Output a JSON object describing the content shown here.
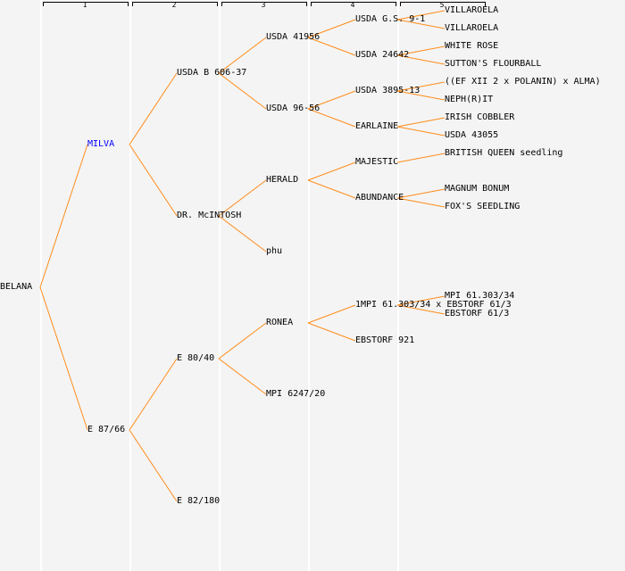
{
  "generations": [
    "1",
    "2",
    "3",
    "4",
    "5"
  ],
  "colors": {
    "line": "#ff8c1a",
    "highlight": "#0000ff",
    "text": "#000000"
  },
  "tree": {
    "name": "BELANA",
    "parents": [
      {
        "name": "MILVA",
        "highlight": true,
        "parents": [
          {
            "name": "USDA B 606-37",
            "parents": [
              {
                "name": "USDA 41956",
                "parents": [
                  {
                    "name": "USDA G.S. 9-1",
                    "parents": [
                      {
                        "name": "VILLAROELA"
                      },
                      {
                        "name": "VILLAROELA"
                      }
                    ]
                  },
                  {
                    "name": "USDA 24642",
                    "parents": [
                      {
                        "name": "WHITE ROSE"
                      },
                      {
                        "name": "SUTTON'S FLOURBALL"
                      }
                    ]
                  }
                ]
              },
              {
                "name": "USDA 96-56",
                "parents": [
                  {
                    "name": "USDA 3895-13",
                    "parents": [
                      {
                        "name": "((EF XII 2 x POLANIN) x ALMA)"
                      },
                      {
                        "name": "NEPH(R)IT"
                      }
                    ]
                  },
                  {
                    "name": "EARLAINE",
                    "parents": [
                      {
                        "name": "IRISH COBBLER"
                      },
                      {
                        "name": "USDA 43055"
                      }
                    ]
                  }
                ]
              }
            ]
          },
          {
            "name": "DR. McINTOSH",
            "parents": [
              {
                "name": "HERALD",
                "parents": [
                  {
                    "name": "MAJESTIC",
                    "parents": [
                      {
                        "name": "BRITISH QUEEN seedling"
                      },
                      null
                    ]
                  },
                  {
                    "name": "ABUNDANCE",
                    "parents": [
                      {
                        "name": "MAGNUM BONUM"
                      },
                      {
                        "name": "FOX'S SEEDLING"
                      }
                    ]
                  }
                ]
              },
              {
                "name": "phu"
              }
            ]
          }
        ]
      },
      {
        "name": "E 87/66",
        "parents": [
          {
            "name": "E 80/40",
            "parents": [
              {
                "name": "RONEA",
                "parents": [
                  {
                    "name": "1MPI 61.303/34 x EBSTORF 61/3",
                    "parents": [
                      {
                        "name": "MPI 61.303/34"
                      },
                      {
                        "name": "EBSTORF 61/3"
                      }
                    ]
                  },
                  {
                    "name": "EBSTORF 921"
                  }
                ]
              },
              {
                "name": "MPI 6247/20"
              }
            ]
          },
          {
            "name": "E 82/180"
          }
        ]
      }
    ]
  }
}
